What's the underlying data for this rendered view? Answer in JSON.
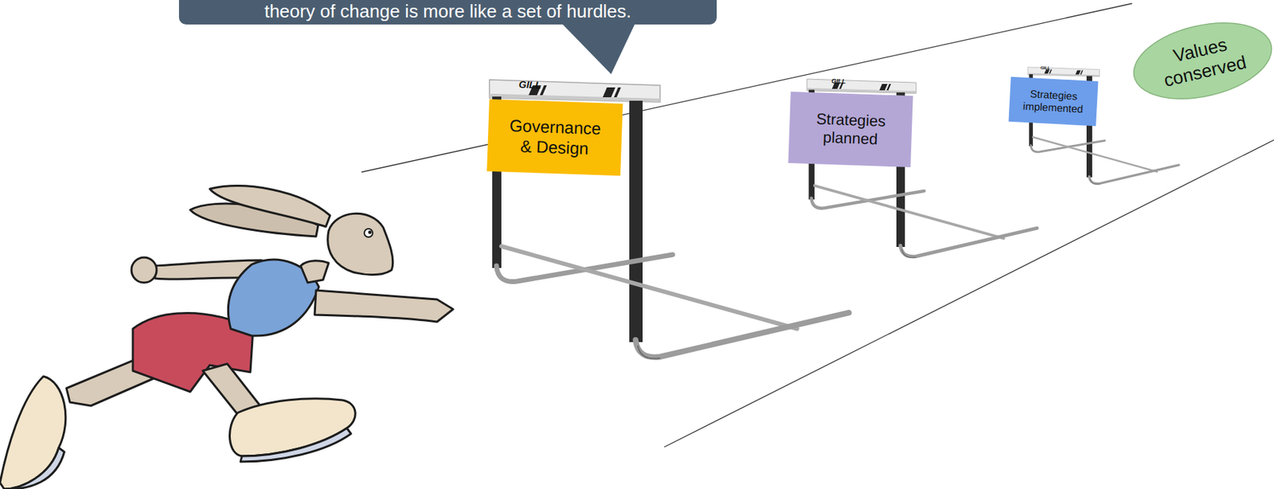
{
  "diagram": {
    "nodes": [
      {
        "text": [
          "theory of change is more like a set of hurdles."
        ]
      },
      {
        "text": [
          "Governance & Design"
        ]
      },
      {
        "text": [
          "Strategies planned"
        ]
      },
      {
        "text": [
          "Strategies implemented"
        ]
      },
      {
        "text": [
          "Values conserved"
        ]
      }
    ],
    "labels": [
      "GILL",
      "GILL",
      "GILL"
    ]
  }
}
